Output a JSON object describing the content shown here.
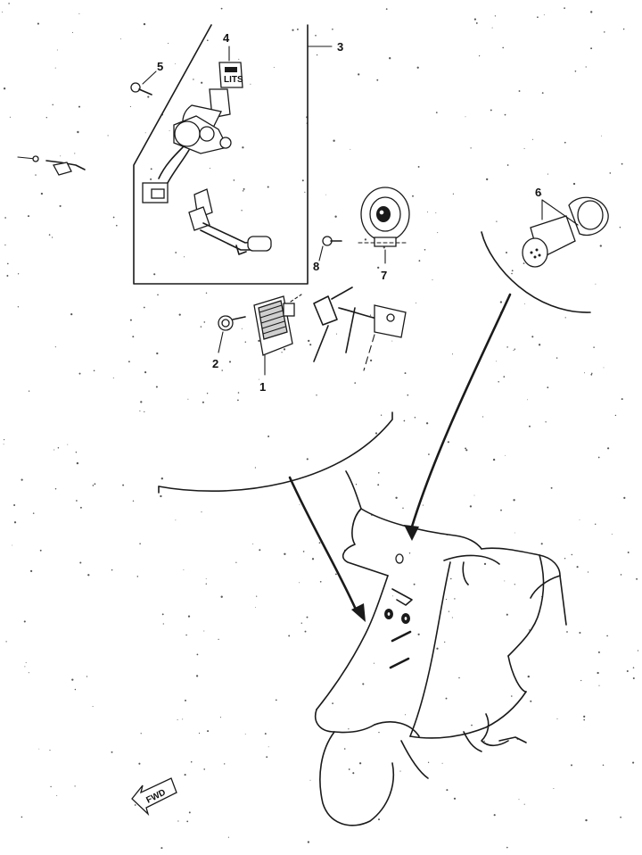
{
  "diagram": {
    "part_labels": {
      "p1": "1",
      "p2": "2",
      "p3": "3",
      "p4": "4",
      "p5": "5",
      "p6": "6",
      "p7": "7",
      "p8": "8"
    },
    "fwd_marker": "FWD"
  }
}
